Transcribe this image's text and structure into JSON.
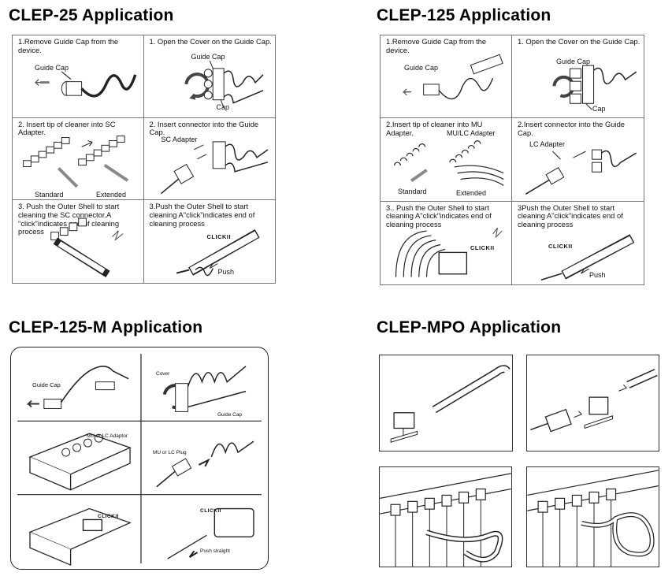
{
  "sections": {
    "clep25": {
      "title": "CLEP-25 Application",
      "steps": [
        {
          "text": "1.Remove Guide Cap from the device.",
          "labels": [
            "Guide Cap"
          ]
        },
        {
          "text": "1. Open the Cover on the Guide Cap.",
          "labels": [
            "Guide Cap",
            "Cap"
          ]
        },
        {
          "text": "2. Insert tip of cleaner into SC Adapter.",
          "labels": [
            "Standard",
            "Extended"
          ]
        },
        {
          "text": "2. Insert connector into the Guide Cap.",
          "labels": [
            "SC Adapter"
          ]
        },
        {
          "text": "3. Push the Outer Shell to start cleaning the SC connector.A \"click\"indicates end of cleaning process",
          "labels": []
        },
        {
          "text": "3.Push the Outer Shell to start cleaning A\"click\"indicates end of cleaning process",
          "labels": [
            "CLICKII",
            "Push"
          ]
        }
      ]
    },
    "clep125": {
      "title": "CLEP-125 Application",
      "steps": [
        {
          "text": "1.Remove Guide Cap from the device.",
          "labels": [
            "Guide Cap"
          ]
        },
        {
          "text": "1.  Open the Cover on the Guide Cap.",
          "labels": [
            "Guide Cap",
            "Cap"
          ]
        },
        {
          "text": "2.Insert tip of cleaner into MU Adapter.",
          "labels": [
            "MU/LC Adapter",
            "Standard",
            "Extended"
          ]
        },
        {
          "text": "2.Insert connector into the Guide Cap.",
          "labels": [
            "LC Adapter"
          ]
        },
        {
          "text": "3.. Push the Outer Shell to start cleaning A\"click\"indicates end of cleaning process",
          "labels": [
            "CLICKII"
          ]
        },
        {
          "text": "3Push the Outer Shell to start cleaning A\"click\"indicates end of cleaning process",
          "labels": [
            "CLICKII",
            "Push"
          ]
        }
      ]
    },
    "clep125m": {
      "title": "CLEP-125-M Application",
      "labels": {
        "guide_cap": "Guide Cap",
        "cover": "Cover",
        "guide_cap_2": "Guide Cap",
        "adaptor": "MU or LC Adaptor",
        "plug": "MU or LC Plug",
        "click_1": "CLICKII",
        "click_2": "CLICKII",
        "push": "Push straight"
      }
    },
    "clepmpo": {
      "title": "CLEP-MPO Application"
    }
  }
}
